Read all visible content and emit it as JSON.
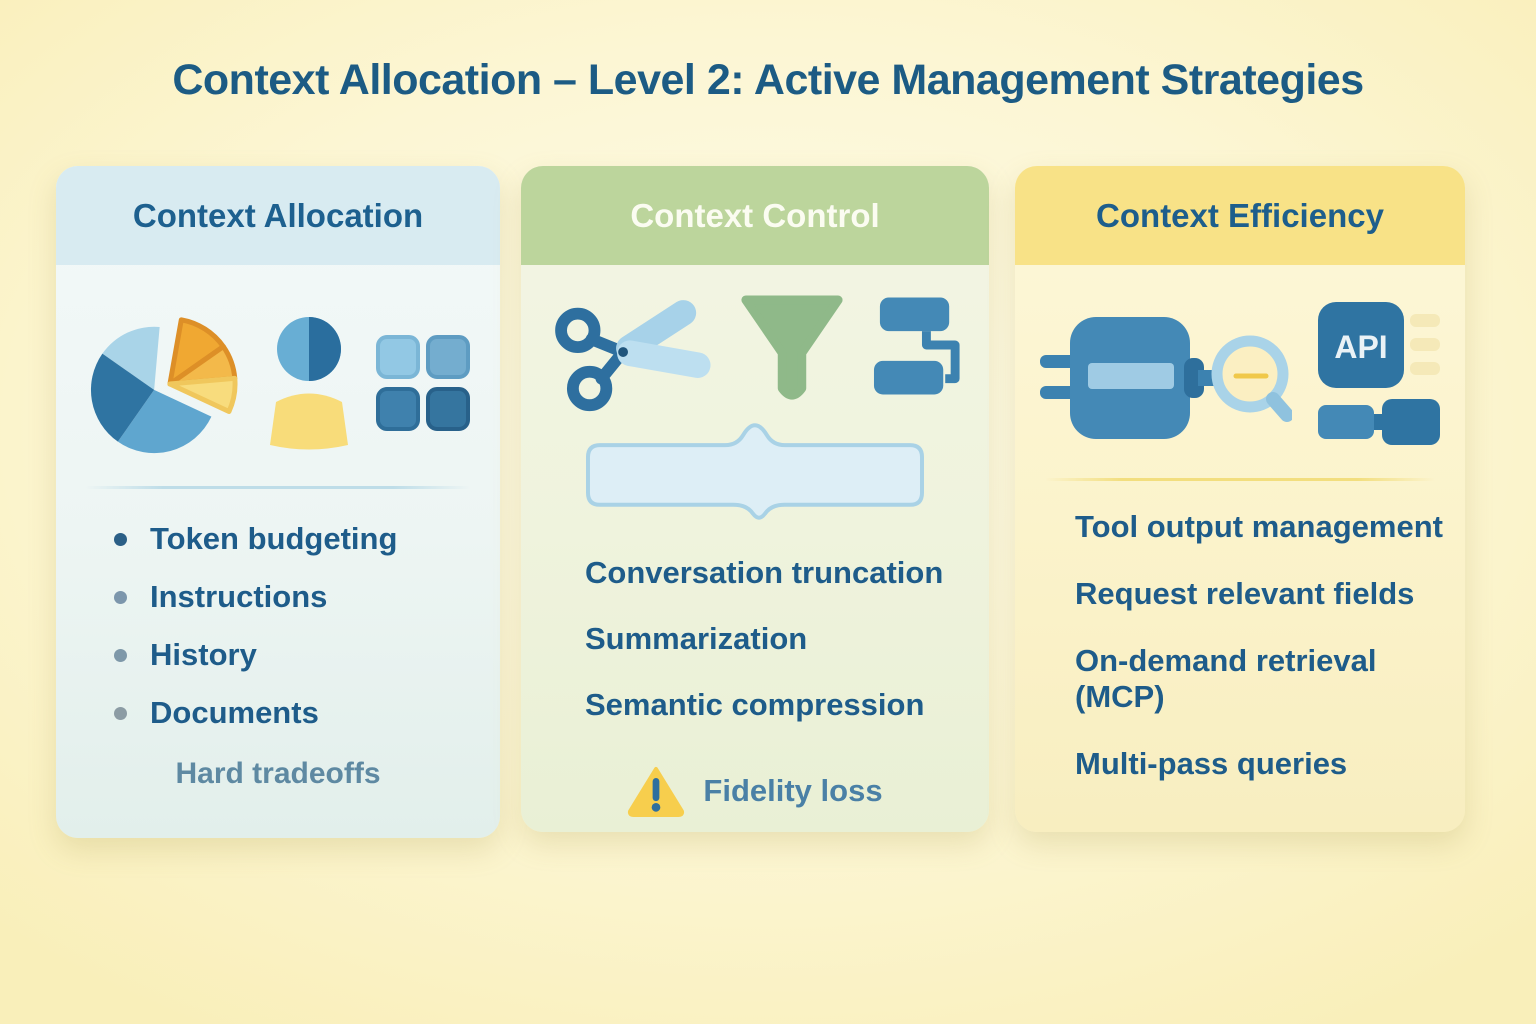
{
  "title": "Context Allocation – Level 2: Active Management Strategies",
  "cards": [
    {
      "id": "allocation",
      "header": "Context Allocation",
      "icons": [
        "pie-chart-icon",
        "user-icon",
        "grid-icon"
      ],
      "items": [
        "Token budgeting",
        "Instructions",
        "History",
        "Documents"
      ],
      "footnote": "Hard tradeoffs"
    },
    {
      "id": "control",
      "header": "Context Control",
      "icons": [
        "scissors-icon",
        "funnel-icon",
        "flowchart-icon",
        "brace-bar-icon",
        "warning-triangle-icon"
      ],
      "items": [
        "Conversation truncation",
        "Summarization",
        "Semantic compression"
      ],
      "warning": "Fidelity loss"
    },
    {
      "id": "efficiency",
      "header": "Context Efficiency",
      "icons": [
        "plug-magnifier-icon",
        "api-badge-icon",
        "connector-blocks-icon"
      ],
      "items": [
        "Tool output management",
        "Request relevant fields",
        "On-demand retrieval (MCP)",
        "Multi-pass queries"
      ],
      "api_label": "API"
    }
  ],
  "colors": {
    "page_background": "#FCF6D4",
    "title_text": "#1C5B84",
    "body_text": "#1E5C8A",
    "muted_text": "#5E89A2",
    "card1_header_bg": "#D8EBF1",
    "card2_header_bg": "#BCD59C",
    "card3_header_bg": "#F8E287",
    "accent_blue_dark": "#2F74A2",
    "accent_blue_mid": "#4489B6",
    "accent_blue_light": "#A9D4E8",
    "accent_orange": "#F0A832",
    "accent_yellow": "#F8DC7C",
    "accent_green": "#8FB989",
    "warning_yellow": "#F7CE4D"
  }
}
